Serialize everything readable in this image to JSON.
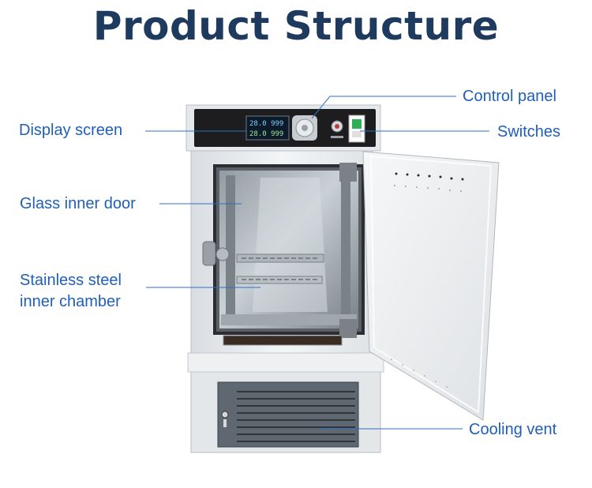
{
  "title": "Product Structure",
  "labels": {
    "control_panel": "Control panel",
    "display_screen": "Display screen",
    "switches": "Switches",
    "glass_inner_door": "Glass inner door",
    "stainless_line1": "Stainless steel",
    "stainless_line2": "inner chamber",
    "cooling_vent": "Cooling vent"
  },
  "display": {
    "line1": "28.0  999",
    "line2": "28.0  999"
  },
  "colors": {
    "title": "#1f3a5f",
    "label": "#1f5fb8",
    "leader_line": "#2f6fc4",
    "cabinet": "#e9ecef",
    "panel": "#1d1d1f",
    "vent": "#5f6870"
  }
}
